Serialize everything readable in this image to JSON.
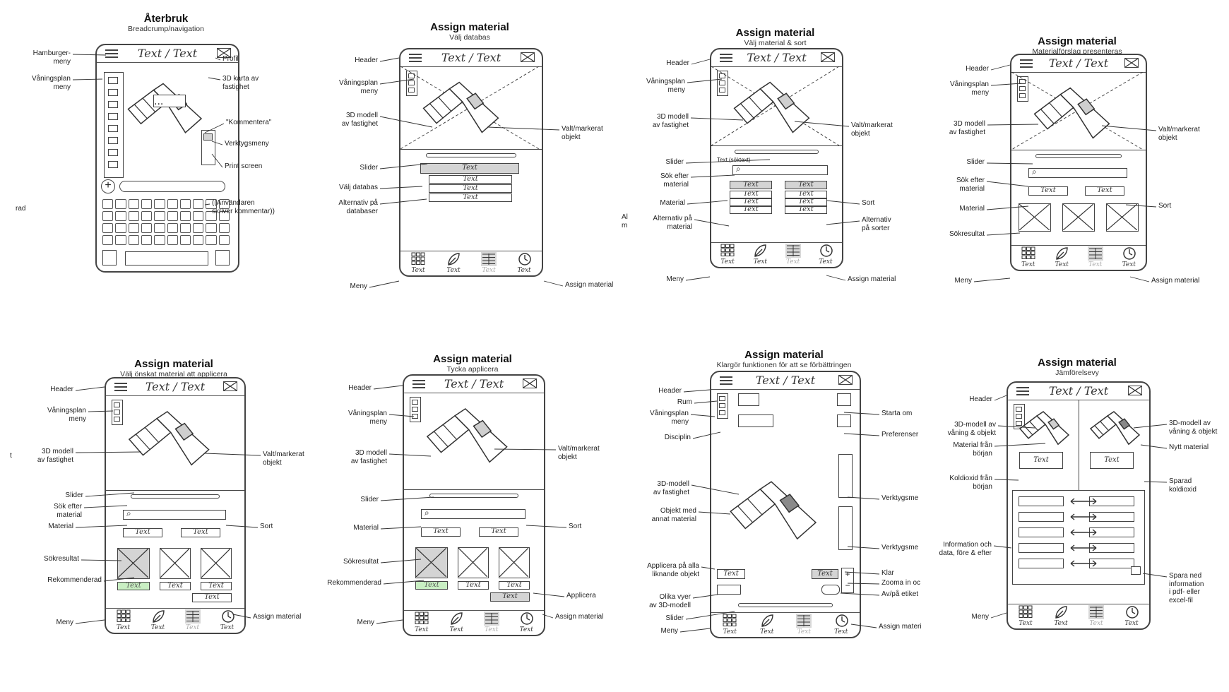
{
  "panels": [
    {
      "title": "Återbruk",
      "subtitle": "Breadcrump/navigation",
      "header_text": "Text / Text",
      "notes_left": [
        "Hamburger-\nmeny",
        "Våningsplan\nmeny"
      ],
      "notes_right": [
        "Profil",
        "3D karta av\nfastighet",
        "\"Kommentera\"",
        "Verktygsmeny",
        "Print screen",
        "((Användaren\nskriver kommentar))"
      ],
      "edge_note": "rad"
    },
    {
      "title": "Assign material",
      "subtitle": "Välj databas",
      "header_text": "Text / Text",
      "notes_left": [
        "Header",
        "Våningsplan\nmeny",
        "3D modell\nav fastighet",
        "Slider",
        "Välj databas",
        "Alternativ på\ndatabaser",
        "Meny"
      ],
      "notes_right": [
        "Valt/markerat\nobjekt",
        "Assign material"
      ],
      "text_boxes": [
        "Text",
        "Text",
        "Text",
        "Text"
      ],
      "menu_labels": [
        "Text",
        "Text",
        "Text",
        "Text"
      ]
    },
    {
      "title": "Assign material",
      "subtitle": "Välj material & sort",
      "header_text": "Text / Text",
      "notes_left": [
        "Header",
        "Våningsplan\nmeny",
        "3D modell\nav fastighet",
        "Slider",
        "Sök efter\nmaterial",
        "Material",
        "Alternativ på\nmaterial",
        "Meny"
      ],
      "notes_right": [
        "Valt/markerat\nobjekt",
        "Sort",
        "Alternativ\npå sorter",
        "Assign material"
      ],
      "search_label": "Text (söktext)",
      "text_boxes": [
        "Text",
        "Text",
        "Text",
        "Text",
        "Text",
        "Text",
        "Text",
        "Text"
      ],
      "edge_note": "Al\nm",
      "menu_labels": [
        "Text",
        "Text",
        "Text",
        "Text"
      ]
    },
    {
      "title": "Assign material",
      "subtitle": "Materialförslag presenteras",
      "header_text": "Text / Text",
      "notes_left": [
        "Header",
        "Våningsplan\nmeny",
        "3D modell\nav fastighet",
        "Slider",
        "Sök efter\nmaterial",
        "Material",
        "Sökresultat",
        "Meny"
      ],
      "notes_right": [
        "Valt/markerat\nobjekt",
        "Sort",
        "Assign material"
      ],
      "text_boxes": [
        "Text",
        "Text"
      ],
      "menu_labels": [
        "Text",
        "Text",
        "Text",
        "Text"
      ]
    },
    {
      "title": "Assign material",
      "subtitle": "Välj önskat material att applicera",
      "header_text": "Text / Text",
      "notes_left": [
        "Header",
        "Våningsplan\nmeny",
        "3D modell\nav fastighet",
        "Slider",
        "Sök efter\nmaterial",
        "Material",
        "Sökresultat",
        "Rekommenderad",
        "Meny"
      ],
      "notes_right": [
        "Valt/markerat\nobjekt",
        "Sort",
        "Assign material"
      ],
      "text_boxes": [
        "Text",
        "Text",
        "Text",
        "Text",
        "Text",
        "Text"
      ],
      "edge_note": "t",
      "menu_labels": [
        "Text",
        "Text",
        "Text",
        "Text"
      ]
    },
    {
      "title": "Assign material",
      "subtitle": "Tycka applicera",
      "header_text": "Text / Text",
      "notes_left": [
        "Header",
        "Våningsplan\nmeny",
        "3D modell\nav fastighet",
        "Slider",
        "Material",
        "Sökresultat",
        "Rekommenderad",
        "Meny"
      ],
      "notes_right": [
        "Valt/markerat\nobjekt",
        "Sort",
        "Applicera",
        "Assign material"
      ],
      "text_boxes": [
        "Text",
        "Text",
        "Text",
        "Text",
        "Text",
        "Text"
      ],
      "menu_labels": [
        "Text",
        "Text",
        "Text",
        "Text"
      ]
    },
    {
      "title": "Assign material",
      "subtitle": "Klargör funktionen för att se förbättringen",
      "header_text": "Text / Text",
      "notes_left": [
        "Header",
        "Rum",
        "Våningsplan\nmeny",
        "Disciplin",
        "3D-modell\nav fastighet",
        "Objekt med\nannat material",
        "Applicera på alla\nliknande objekt",
        "Olika vyer\nav 3D-modell",
        "Slider",
        "Meny"
      ],
      "notes_right": [
        "Starta om",
        "Preferenser",
        "Verktygsme",
        "Verktygsme",
        "Klar",
        "Zooma in oc",
        "Av/på etiket",
        "Assign materi"
      ],
      "text_boxes": [
        "Text",
        "Text"
      ],
      "menu_labels": [
        "Text",
        "Text",
        "Text",
        "Text"
      ]
    },
    {
      "title": "Assign material",
      "subtitle": "Jämförelsevy",
      "header_text": "Text / Text",
      "notes_left": [
        "Header",
        "3D-modell av\nvåning & objekt",
        "Material från\nbörjan",
        "Koldioxid från\nbörjan",
        "Information och\ndata, före & efter",
        "Meny"
      ],
      "notes_right": [
        "3D-modell av\nvåning & objekt",
        "Nytt material",
        "Sparad\nkoldioxid",
        "Spara ned\ninformation\ni pdf- eller\nexcel-fil"
      ],
      "text_boxes": [
        "Text",
        "Text"
      ],
      "menu_labels": [
        "Text",
        "Text",
        "Text",
        "Text"
      ]
    }
  ]
}
